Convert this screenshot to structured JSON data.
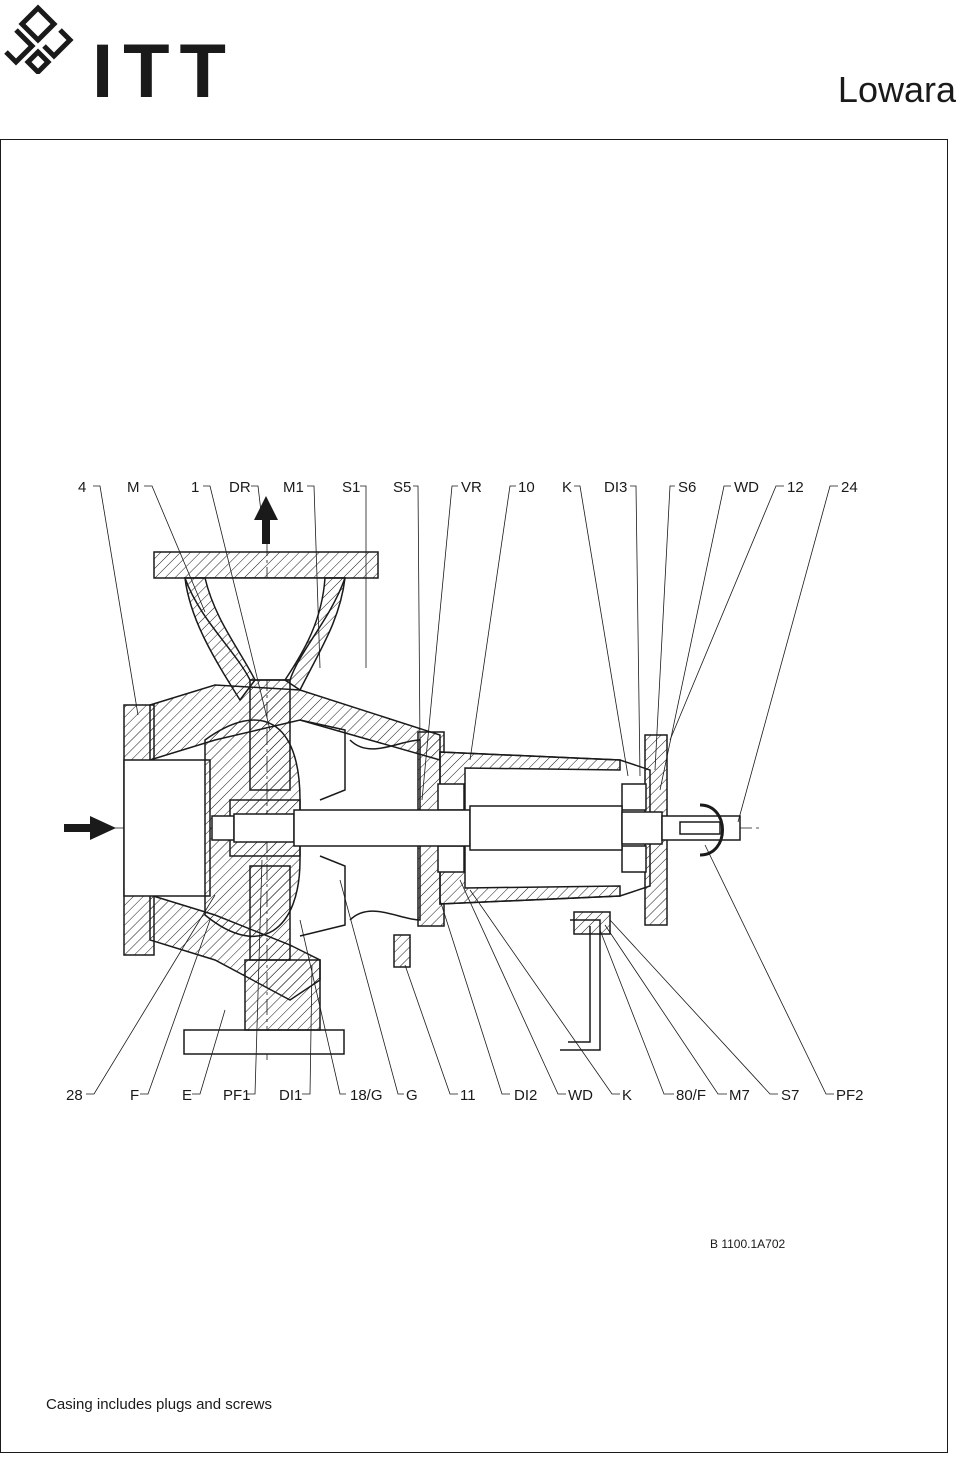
{
  "header": {
    "logo_text": "ITT",
    "brand": "Lowara"
  },
  "diagram": {
    "top_labels": [
      "4",
      "M",
      "1",
      "DR",
      "M1",
      "S1",
      "S5",
      "VR",
      "10",
      "K",
      "DI3",
      "S6",
      "WD",
      "12",
      "24"
    ],
    "bottom_labels": [
      "28",
      "F",
      "E",
      "PF1",
      "DI1",
      "18/G",
      "G",
      "11",
      "DI2",
      "WD",
      "K",
      "80/F",
      "M7",
      "S7",
      "PF2"
    ],
    "drawing_id": "B 1100.1A702"
  },
  "footer": {
    "caption": "Casing includes plugs and screws"
  },
  "colors": {
    "ink": "#1a1a1a",
    "background": "#ffffff"
  }
}
